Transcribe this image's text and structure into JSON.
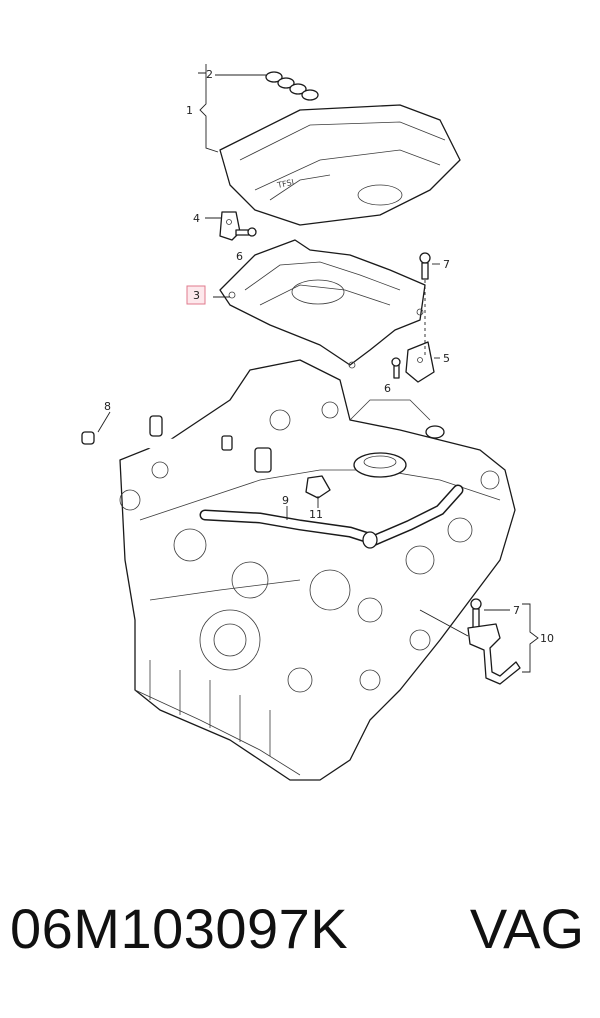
{
  "callouts": {
    "c1": "1",
    "c2": "2",
    "c3": "3",
    "c4": "4",
    "c5": "5",
    "c6a": "6",
    "c6b": "6",
    "c7a": "7",
    "c7b": "7",
    "c8": "8",
    "c9": "9",
    "c10": "10",
    "c11": "11"
  },
  "cover_badge": "TFSI",
  "highlight_color": "#e07a8c",
  "part_number": "06M103097K",
  "brand": "VAG"
}
